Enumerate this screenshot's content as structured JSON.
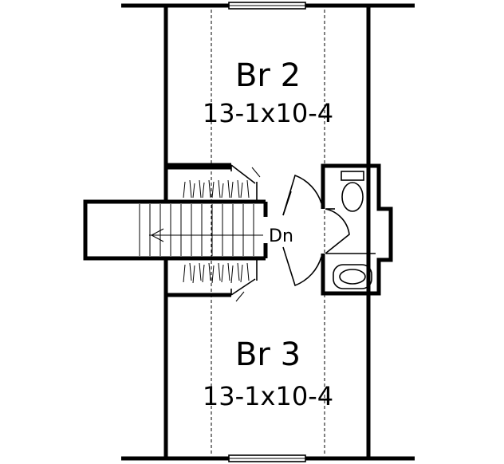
{
  "rooms": [
    {
      "name": "Br 2",
      "dimensions": "13-1x10-4"
    },
    {
      "name": "Br 3",
      "dimensions": "13-1x10-4"
    }
  ],
  "stair": {
    "label": "Dn"
  }
}
